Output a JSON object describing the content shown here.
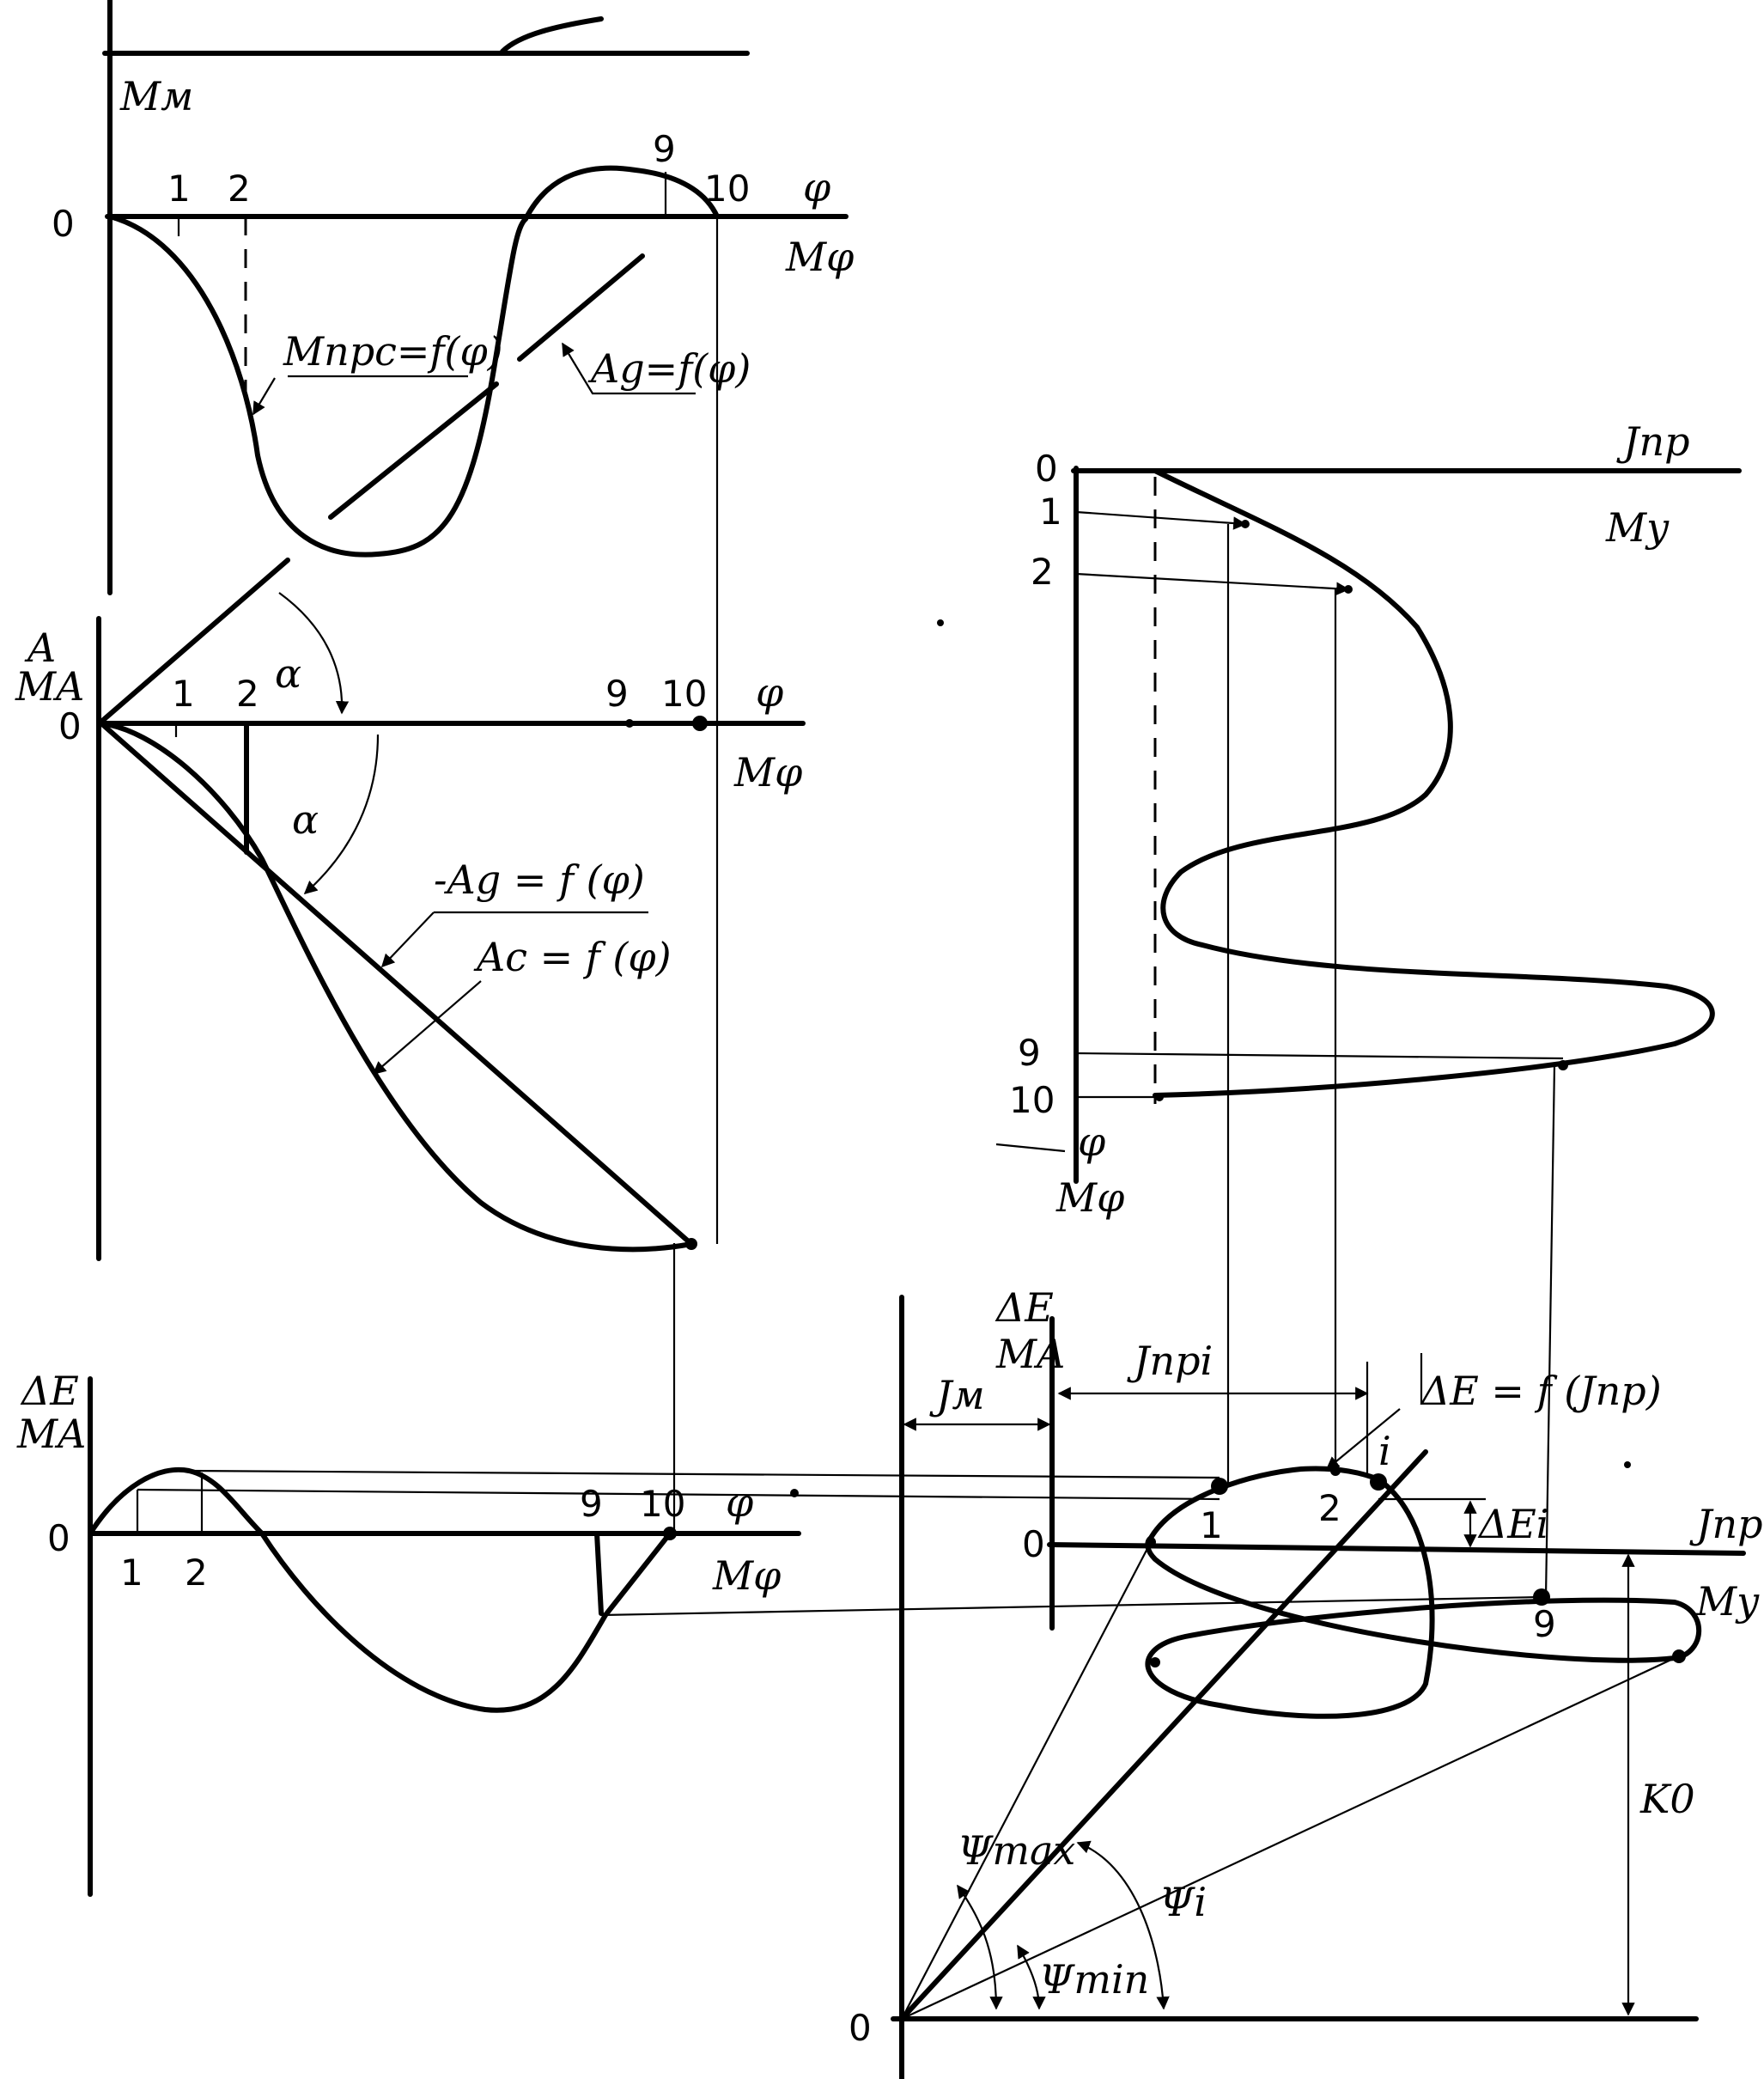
{
  "labels": {
    "mu_m": "Mм",
    "mu_phi": "Mφ",
    "mu_A": "MA",
    "mu_y": "My",
    "phi": "φ",
    "A": "A",
    "dE": "ΔE",
    "J_pr": "Jпр",
    "zero": "0",
    "alpha": "α",
    "M_func": "Mпрс=f(φ)",
    "Ad_func": "Ag=f(φ)",
    "minus_Ad": "-Ag = f (φ)",
    "Ac_func": "Ac = f (φ)",
    "dE_func": "ΔE = f (Jпр)",
    "J_pri": "Jпрi",
    "J_m": "Jм",
    "dE_i": "ΔEi",
    "i": "i",
    "K0": "K0",
    "psi_max": "Ψmax",
    "psi_min": "Ψmin",
    "psi_i": "Ψi"
  },
  "ticks": {
    "t1": "1",
    "t2": "2",
    "t9": "9",
    "t10": "10"
  }
}
